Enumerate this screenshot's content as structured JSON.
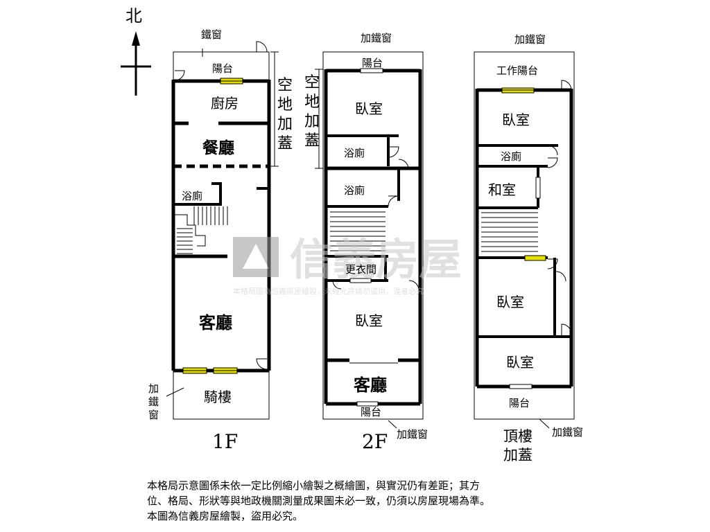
{
  "compass": {
    "north": "北"
  },
  "floors": {
    "f1": {
      "name": "1F",
      "labels": {
        "iron_window_top": "鐵窗",
        "balcony": "陽台",
        "kitchen": "廚房",
        "dining": "餐廳",
        "bathroom": "浴廁",
        "living": "客廳",
        "arcade": "騎樓",
        "iron_window_side": [
          "加",
          "鐵",
          "窗"
        ],
        "extension_side": [
          "空",
          "地",
          "加",
          "蓋"
        ]
      }
    },
    "f2": {
      "name": "2F",
      "labels": {
        "iron_window_top": "加鐵窗",
        "balcony_top": "陽台",
        "bedroom_1": "臥室",
        "bathroom_1": "浴廁",
        "bathroom_2": "浴廁",
        "closet": "更衣間",
        "bedroom_2": "臥室",
        "living": "客廳",
        "balcony_bottom": "陽台",
        "iron_window_bottom": "加鐵窗",
        "extension_side": [
          "空",
          "地",
          "加",
          "蓋"
        ]
      }
    },
    "f3": {
      "name_lines": [
        "頂樓",
        "加蓋"
      ],
      "labels": {
        "iron_window_top": "加鐵窗",
        "work_balcony": "工作陽台",
        "bedroom_1": "臥室",
        "bathroom": "浴廁",
        "japanese_room": "和室",
        "bedroom_2": "臥室",
        "bedroom_3": "臥室",
        "balcony_bottom": "陽台",
        "iron_window_bottom": "加鐵窗"
      }
    }
  },
  "watermark": {
    "brand": "信義房屋",
    "notice": "本格局圖為信義房屋繪製，未經允許請勿盜用，違者必究"
  },
  "disclaimer": [
    "本格局示意圖係未依一定比例縮小繪製之概繪圖，與實況仍有差距；其方",
    "位、格局、形狀等與地政機關測量成果圖未必一致，仍須以房屋現場為準。",
    "本圖為信義房屋繪製，盜用必究。"
  ],
  "colors": {
    "window": "#e8e000",
    "line": "#000000",
    "watermark": "#c8c8c8"
  }
}
